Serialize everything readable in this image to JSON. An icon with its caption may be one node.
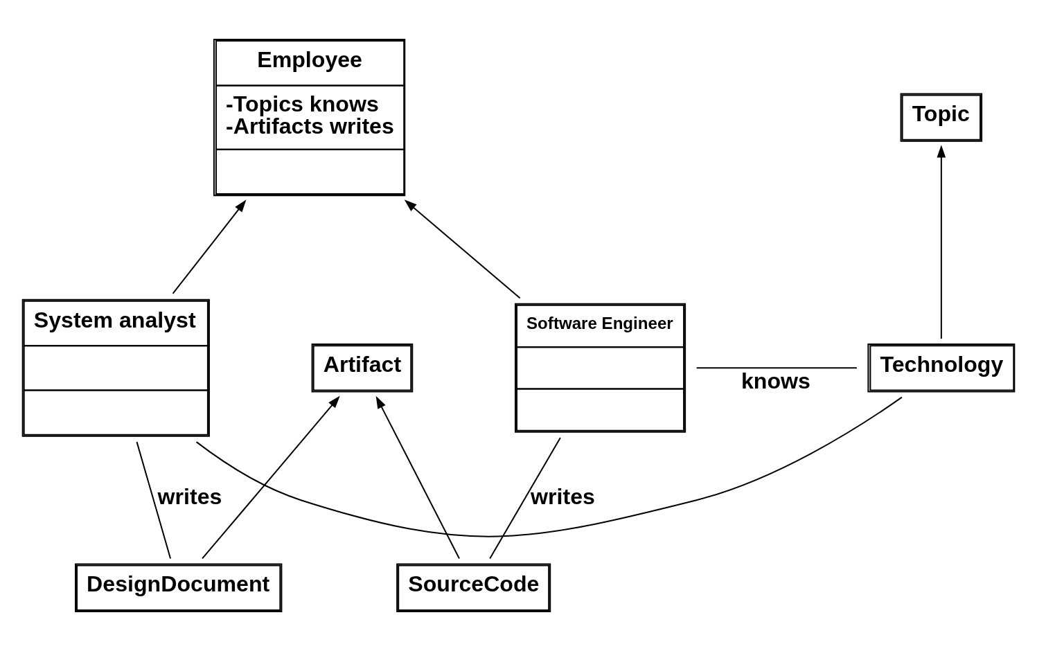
{
  "diagram": {
    "nodes": [
      {
        "text": [
          "Employee",
          "-Topics knows",
          "-Artifacts writes"
        ]
      },
      {
        "text": [
          "Topic"
        ]
      },
      {
        "text": [
          "System analyst"
        ]
      },
      {
        "text": [
          "Software Engineer"
        ]
      },
      {
        "text": [
          "Technology"
        ]
      },
      {
        "text": [
          "Artifact"
        ]
      },
      {
        "text": [
          "DesignDocument"
        ]
      },
      {
        "text": [
          "SourceCode"
        ]
      }
    ],
    "edges": [
      {
        "from": 2,
        "to": 0,
        "arrow": "to"
      },
      {
        "from": 3,
        "to": 0,
        "arrow": "to"
      },
      {
        "from": 4,
        "to": 1,
        "arrow": "to"
      },
      {
        "from": 3,
        "to": 4,
        "arrow": "none",
        "label": "knows"
      },
      {
        "from": 2,
        "to": 4,
        "arrow": "none"
      },
      {
        "from": 2,
        "to": 6,
        "arrow": "none",
        "label": "writes"
      },
      {
        "from": 6,
        "to": 5,
        "arrow": "to"
      },
      {
        "from": 7,
        "to": 5,
        "arrow": "to"
      },
      {
        "from": 3,
        "to": 7,
        "arrow": "none",
        "label": "writes"
      }
    ]
  }
}
